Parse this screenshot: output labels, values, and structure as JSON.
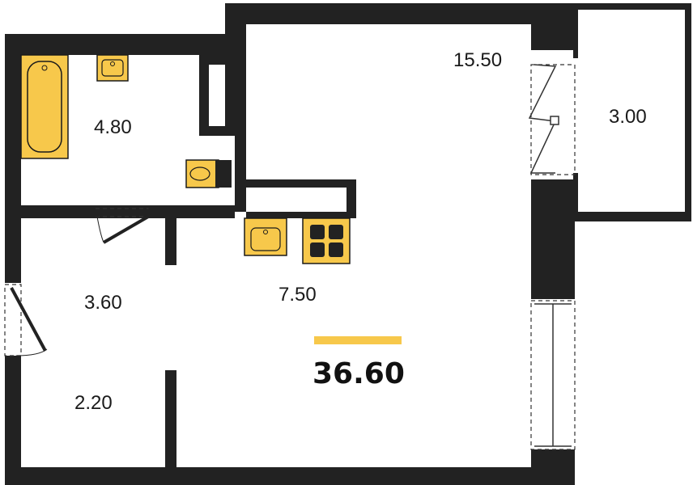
{
  "colors": {
    "wall": "#222222",
    "fixture_fill": "#f7c84b",
    "fixture_stroke": "#1a1a1a",
    "accent_bar": "#f7c84b",
    "background": "#ffffff"
  },
  "total_area": "36.60",
  "rooms": {
    "bathroom": {
      "area": "4.80"
    },
    "main_room": {
      "area": "15.50"
    },
    "balcony": {
      "area": "3.00"
    },
    "hallway": {
      "area": "3.60"
    },
    "kitchen": {
      "area": "7.50"
    },
    "storage": {
      "area": "2.20"
    }
  },
  "fixtures": [
    "bathtub-icon",
    "washbasin-icon",
    "toilet-icon",
    "kitchen-sink-icon",
    "stove-icon"
  ]
}
